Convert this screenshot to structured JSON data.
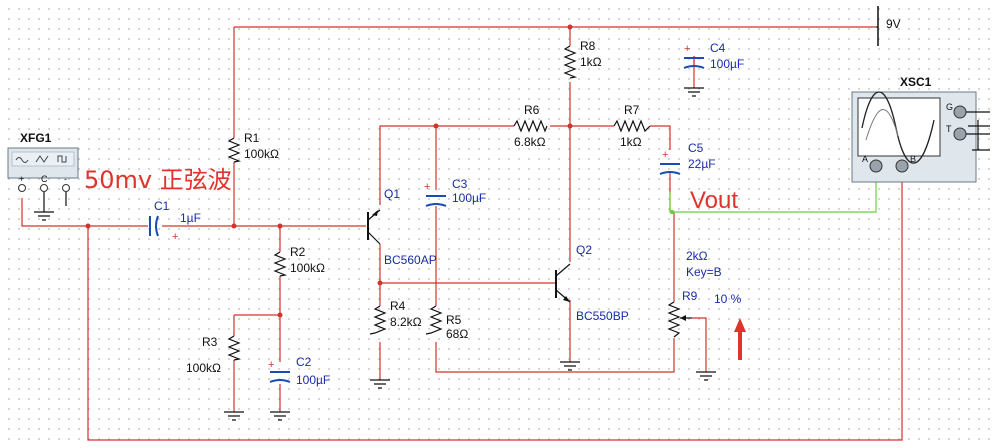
{
  "instruments": {
    "fg_label": "XFG1",
    "scope_label": "XSC1",
    "scope_ports": [
      "A",
      "B",
      "G",
      "T"
    ]
  },
  "annotations": {
    "input_note": "50mv 正弦波",
    "output_note": "Vout"
  },
  "supply": {
    "label": "9V"
  },
  "components": {
    "r1": {
      "name": "R1",
      "value": "100kΩ"
    },
    "r2": {
      "name": "R2",
      "value": "100kΩ"
    },
    "r3": {
      "name": "R3",
      "value": "100kΩ"
    },
    "r4": {
      "name": "R4",
      "value": "8.2kΩ"
    },
    "r5": {
      "name": "R5",
      "value": "68Ω"
    },
    "r6": {
      "name": "R6",
      "value": "6.8kΩ"
    },
    "r7": {
      "name": "R7",
      "value": "1kΩ"
    },
    "r8": {
      "name": "R8",
      "value": "1kΩ"
    },
    "r9": {
      "name": "R9",
      "value": "2kΩ",
      "key": "Key=B",
      "setting": "10 %"
    },
    "c1": {
      "name": "C1",
      "value": "1µF"
    },
    "c2": {
      "name": "C2",
      "value": "100µF"
    },
    "c3": {
      "name": "C3",
      "value": "100µF"
    },
    "c4": {
      "name": "C4",
      "value": "100µF"
    },
    "c5": {
      "name": "C5",
      "value": "22µF"
    },
    "q1": {
      "name": "Q1",
      "model": "BC560AP"
    },
    "q2": {
      "name": "Q2",
      "model": "BC550BP"
    }
  },
  "colors": {
    "wire": "#d0342c",
    "scope_wire": "#6bd13f",
    "label_blue": "#1a2ca8",
    "note_red": "#e0332b"
  }
}
